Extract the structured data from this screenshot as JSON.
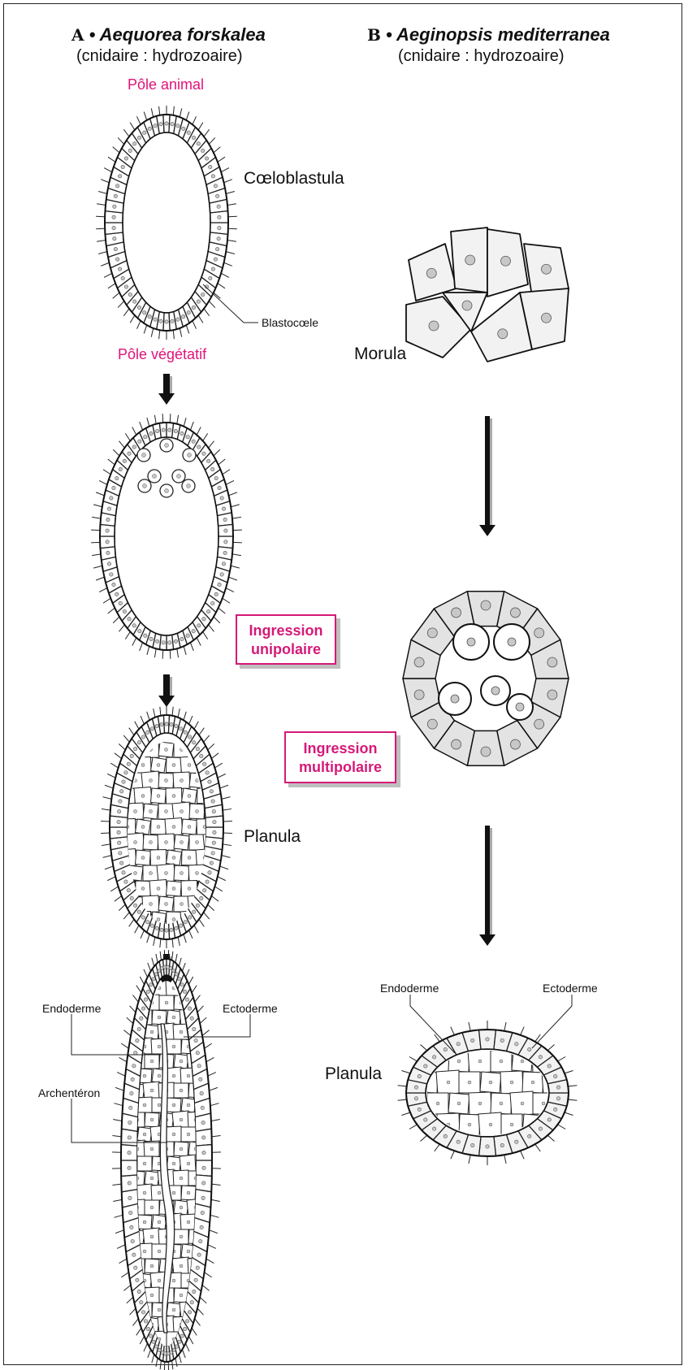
{
  "column_a": {
    "letter": "A",
    "species": "Aequorea forskalea",
    "classification": "(cnidaire : hydrozoaire)"
  },
  "column_b": {
    "letter": "B",
    "species": "Aeginopsis mediterranea",
    "classification": "(cnidaire : hydrozoaire)"
  },
  "labels": {
    "pole_animal": "Pôle animal",
    "pole_vegetatif": "Pôle végétatif",
    "coeloblastula": "Cœloblastula",
    "blastocoele": "Blastocœle",
    "planula_a": "Planula",
    "endoderme_a": "Endoderme",
    "ectoderme_a": "Ectoderme",
    "archenteron": "Archentéron",
    "morula": "Morula",
    "planula_b": "Planula",
    "endoderme_b": "Endoderme",
    "ectoderme_b": "Ectoderme"
  },
  "boxes": {
    "unipolar_line1": "Ingression",
    "unipolar_line2": "unipolaire",
    "multipolar_line1": "Ingression",
    "multipolar_line2": "multipolaire"
  },
  "colors": {
    "accent": "#e0137a",
    "box_border": "#d51978",
    "cell_fill_light": "#f2f2f2",
    "cell_fill_grey": "#e3e3e3",
    "nucleus": "#c8c8c8"
  }
}
